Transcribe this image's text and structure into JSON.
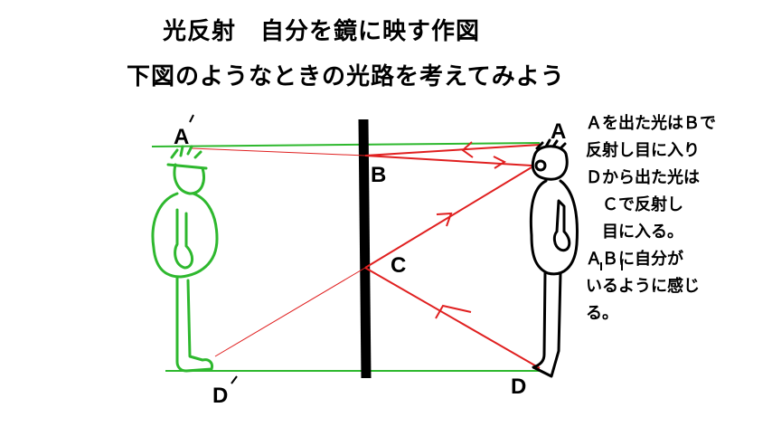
{
  "title_line1": "光反射　自分を鏡に映す作図",
  "title_line2": "下図のようなときの光路を考えてみよう",
  "labels": {
    "a_prime": "A",
    "a": "A",
    "b": "B",
    "c": "C",
    "d_prime": "D",
    "d": "D"
  },
  "explanation": [
    "Ａを出た光はＢで",
    "反射し目に入り",
    "Ｄから出た光は",
    "　Ｃで反射し",
    "　目に入る。",
    "ＡＢに自分が",
    "いるように感じ",
    "る。"
  ],
  "colors": {
    "mirror": "#000000",
    "person": "#000000",
    "image": "#2eb82e",
    "ray": "#e02020"
  }
}
